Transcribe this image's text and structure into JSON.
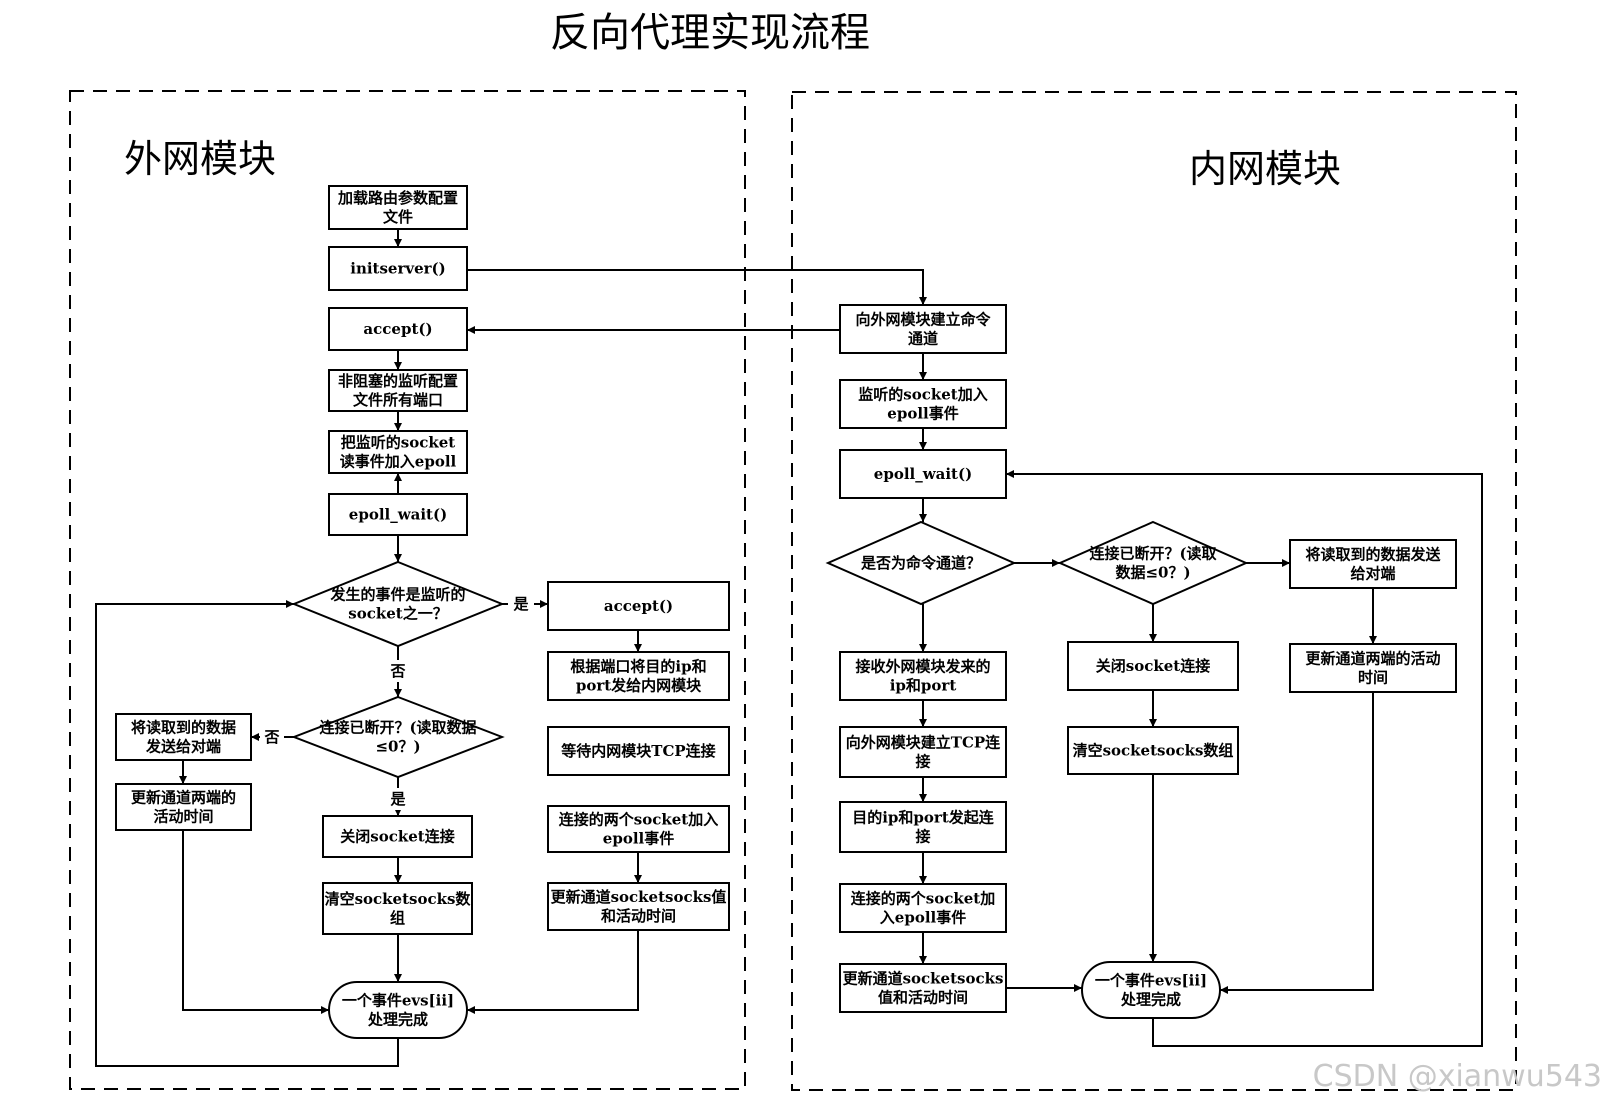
{
  "title": "反向代理实现流程",
  "watermark": "CSDN @xianwu543",
  "panels": {
    "outer": {
      "title": "外网模块"
    },
    "inner": {
      "title": "内网模块"
    }
  },
  "nodes": {
    "o_load_config": {
      "shape": "rect",
      "lines": [
        "加载路由参数配置",
        "文件"
      ]
    },
    "o_initserver": {
      "shape": "rect",
      "lines": [
        "initserver()"
      ]
    },
    "o_accept_cmd": {
      "shape": "rect",
      "lines": [
        "accept()"
      ]
    },
    "o_listen_ports": {
      "shape": "rect",
      "lines": [
        "非阻塞的监听配置",
        "文件所有端口"
      ]
    },
    "o_add_epoll": {
      "shape": "rect",
      "lines": [
        "把监听的socket",
        "读事件加入epoll"
      ]
    },
    "o_epoll_wait": {
      "shape": "rect",
      "lines": [
        "epoll_wait()"
      ]
    },
    "o_is_listen": {
      "shape": "diamond",
      "lines": [
        "发生的事件是监听的",
        "socket之一？"
      ]
    },
    "o_accept": {
      "shape": "rect",
      "lines": [
        "accept()"
      ]
    },
    "o_send_ip_port": {
      "shape": "rect",
      "lines": [
        "根据端口将目的ip和",
        "port发给内网模块"
      ]
    },
    "o_wait_tcp": {
      "shape": "rect",
      "lines": [
        "等待内网模块TCP连接"
      ]
    },
    "o_two_sockets": {
      "shape": "rect",
      "lines": [
        "连接的两个socket加入",
        "epoll事件"
      ]
    },
    "o_update_socks": {
      "shape": "rect",
      "lines": [
        "更新通道socketsocks值",
        "和活动时间"
      ]
    },
    "o_disconnected": {
      "shape": "diamond",
      "lines": [
        "连接已断开？(读取数据",
        "≤0？)"
      ]
    },
    "o_send_peer": {
      "shape": "rect",
      "lines": [
        "将读取到的数据",
        "发送给对端"
      ]
    },
    "o_update_time": {
      "shape": "rect",
      "lines": [
        "更新通道两端的",
        "活动时间"
      ]
    },
    "o_close_socket": {
      "shape": "rect",
      "lines": [
        "关闭socket连接"
      ]
    },
    "o_clear_socks": {
      "shape": "rect",
      "lines": [
        "清空socketsocks数",
        "组"
      ]
    },
    "o_event_done": {
      "shape": "terminal",
      "lines": [
        "一个事件evs[ii]",
        "处理完成"
      ]
    },
    "i_cmd_channel": {
      "shape": "rect",
      "lines": [
        "向外网模块建立命令",
        "通道"
      ]
    },
    "i_add_epoll": {
      "shape": "rect",
      "lines": [
        "监听的socket加入",
        "epoll事件"
      ]
    },
    "i_epoll_wait": {
      "shape": "rect",
      "lines": [
        "epoll_wait()"
      ]
    },
    "i_is_cmd": {
      "shape": "diamond",
      "lines": [
        "是否为命令通道？"
      ]
    },
    "i_disconnected": {
      "shape": "diamond",
      "lines": [
        "连接已断开？(读取",
        "数据≤0？)"
      ]
    },
    "i_send_peer": {
      "shape": "rect",
      "lines": [
        "将读取到的数据发送",
        "给对端"
      ]
    },
    "i_update_time": {
      "shape": "rect",
      "lines": [
        "更新通道两端的活动",
        "时间"
      ]
    },
    "i_recv_ip_port": {
      "shape": "rect",
      "lines": [
        "接收外网模块发来的",
        "ip和port"
      ]
    },
    "i_tcp_outer": {
      "shape": "rect",
      "lines": [
        "向外网模块建立TCP连",
        "接"
      ]
    },
    "i_connect_dest": {
      "shape": "rect",
      "lines": [
        "目的ip和port发起连",
        "接"
      ]
    },
    "i_two_sockets": {
      "shape": "rect",
      "lines": [
        "连接的两个socket加",
        "入epoll事件"
      ]
    },
    "i_update_socks": {
      "shape": "rect",
      "lines": [
        "更新通道socketsocks",
        "值和活动时间"
      ]
    },
    "i_close_socket": {
      "shape": "rect",
      "lines": [
        "关闭socket连接"
      ]
    },
    "i_clear_socks": {
      "shape": "rect",
      "lines": [
        "清空socketsocks数组"
      ]
    },
    "i_event_done": {
      "shape": "terminal",
      "lines": [
        "一个事件evs[ii]",
        "处理完成"
      ]
    }
  },
  "edges": [
    {
      "from": "o_load_config",
      "to": "o_initserver",
      "label": ""
    },
    {
      "from": "o_initserver",
      "to": "i_cmd_channel",
      "label": ""
    },
    {
      "from": "i_cmd_channel",
      "to": "o_accept_cmd",
      "label": ""
    },
    {
      "from": "o_accept_cmd",
      "to": "o_listen_ports",
      "label": ""
    },
    {
      "from": "o_listen_ports",
      "to": "o_add_epoll",
      "label": ""
    },
    {
      "from": "o_epoll_wait",
      "to": "o_add_epoll",
      "label": ""
    },
    {
      "from": "o_epoll_wait",
      "to": "o_is_listen",
      "label": ""
    },
    {
      "from": "o_is_listen",
      "to": "o_accept",
      "label": "是"
    },
    {
      "from": "o_is_listen",
      "to": "o_disconnected",
      "label": "否"
    },
    {
      "from": "o_accept",
      "to": "o_send_ip_port",
      "label": ""
    },
    {
      "from": "o_two_sockets",
      "to": "o_update_socks",
      "label": ""
    },
    {
      "from": "o_update_socks",
      "to": "o_event_done",
      "label": ""
    },
    {
      "from": "o_disconnected",
      "to": "o_send_peer",
      "label": "否"
    },
    {
      "from": "o_disconnected",
      "to": "o_close_socket",
      "label": "是"
    },
    {
      "from": "o_send_peer",
      "to": "o_update_time",
      "label": ""
    },
    {
      "from": "o_update_time",
      "to": "o_event_done",
      "label": ""
    },
    {
      "from": "o_close_socket",
      "to": "o_clear_socks",
      "label": ""
    },
    {
      "from": "o_clear_socks",
      "to": "o_event_done",
      "label": ""
    },
    {
      "from": "o_event_done",
      "to": "o_is_listen",
      "label": ""
    },
    {
      "from": "i_cmd_channel",
      "to": "i_add_epoll",
      "label": ""
    },
    {
      "from": "i_add_epoll",
      "to": "i_epoll_wait",
      "label": ""
    },
    {
      "from": "i_epoll_wait",
      "to": "i_is_cmd",
      "label": ""
    },
    {
      "from": "i_is_cmd",
      "to": "i_disconnected",
      "label": ""
    },
    {
      "from": "i_is_cmd",
      "to": "i_recv_ip_port",
      "label": ""
    },
    {
      "from": "i_disconnected",
      "to": "i_send_peer",
      "label": ""
    },
    {
      "from": "i_disconnected",
      "to": "i_close_socket",
      "label": ""
    },
    {
      "from": "i_send_peer",
      "to": "i_update_time",
      "label": ""
    },
    {
      "from": "i_update_time",
      "to": "i_event_done",
      "label": ""
    },
    {
      "from": "i_close_socket",
      "to": "i_clear_socks",
      "label": ""
    },
    {
      "from": "i_clear_socks",
      "to": "i_event_done",
      "label": ""
    },
    {
      "from": "i_recv_ip_port",
      "to": "i_tcp_outer",
      "label": ""
    },
    {
      "from": "i_tcp_outer",
      "to": "i_connect_dest",
      "label": ""
    },
    {
      "from": "i_connect_dest",
      "to": "i_two_sockets",
      "label": ""
    },
    {
      "from": "i_two_sockets",
      "to": "i_update_socks",
      "label": ""
    },
    {
      "from": "i_update_socks",
      "to": "i_event_done",
      "label": ""
    },
    {
      "from": "i_event_done",
      "to": "i_epoll_wait",
      "label": ""
    }
  ]
}
